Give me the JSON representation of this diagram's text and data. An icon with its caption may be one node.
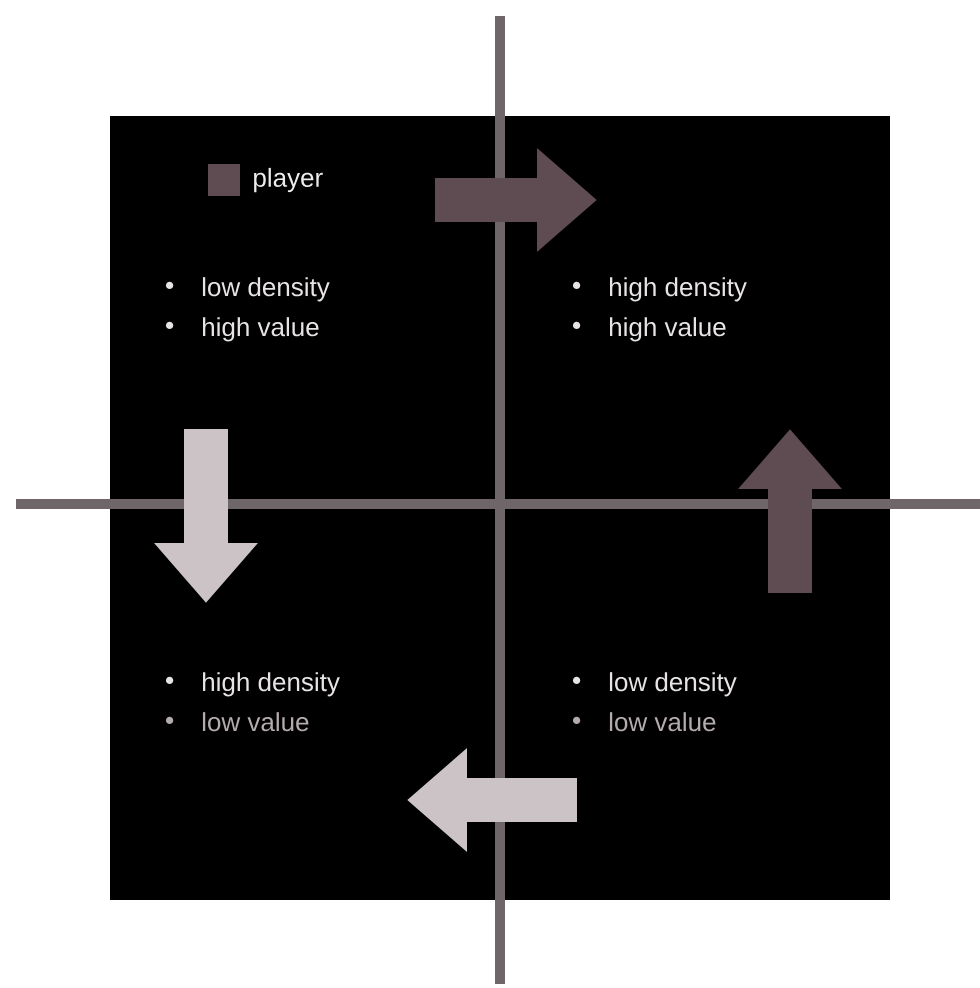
{
  "diagram": {
    "nodes": [
      {
        "text": [
          "low density",
          "high value"
        ]
      },
      {
        "text": [
          "high density",
          "high value"
        ]
      },
      {
        "text": [
          "high density",
          "low value"
        ]
      },
      {
        "text": [
          "low density",
          "low value"
        ]
      }
    ],
    "edges": [
      {
        "from": 0,
        "to": 1,
        "arrow": "to",
        "color": "#5e4c52"
      },
      {
        "from": 3,
        "to": 1,
        "arrow": "to",
        "color": "#5e4c52"
      },
      {
        "from": 0,
        "to": 2,
        "arrow": "to",
        "color": "#cbc3c6"
      },
      {
        "from": 3,
        "to": 2,
        "arrow": "to",
        "color": "#cbc3c6"
      }
    ],
    "legend": [
      {
        "text": "player",
        "color": "#5e4c52"
      }
    ]
  }
}
